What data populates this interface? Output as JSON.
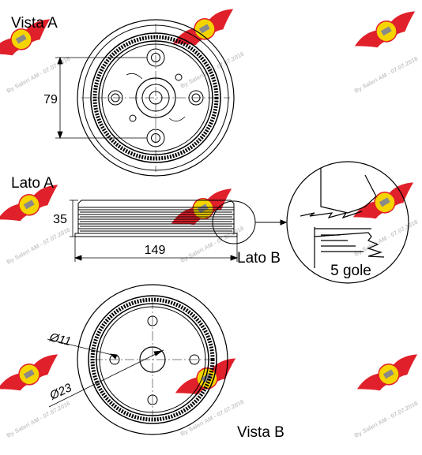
{
  "labels": {
    "view_a": "Vista A",
    "side_a": "Lato A",
    "side_b": "Lato B",
    "view_b": "Vista B",
    "grooves": "5 gole"
  },
  "dimensions": {
    "height_79": "79",
    "thickness_35": "35",
    "diameter_149": "149",
    "hole_11": "Ø11",
    "hole_23": "Ø23"
  },
  "watermark": {
    "text": "By Saleri AM - 07.07.2016"
  },
  "colors": {
    "line": "#000000",
    "logo_red": "#e0202a",
    "logo_yellow": "#f5d400",
    "watermark": "#c8c8c8"
  }
}
